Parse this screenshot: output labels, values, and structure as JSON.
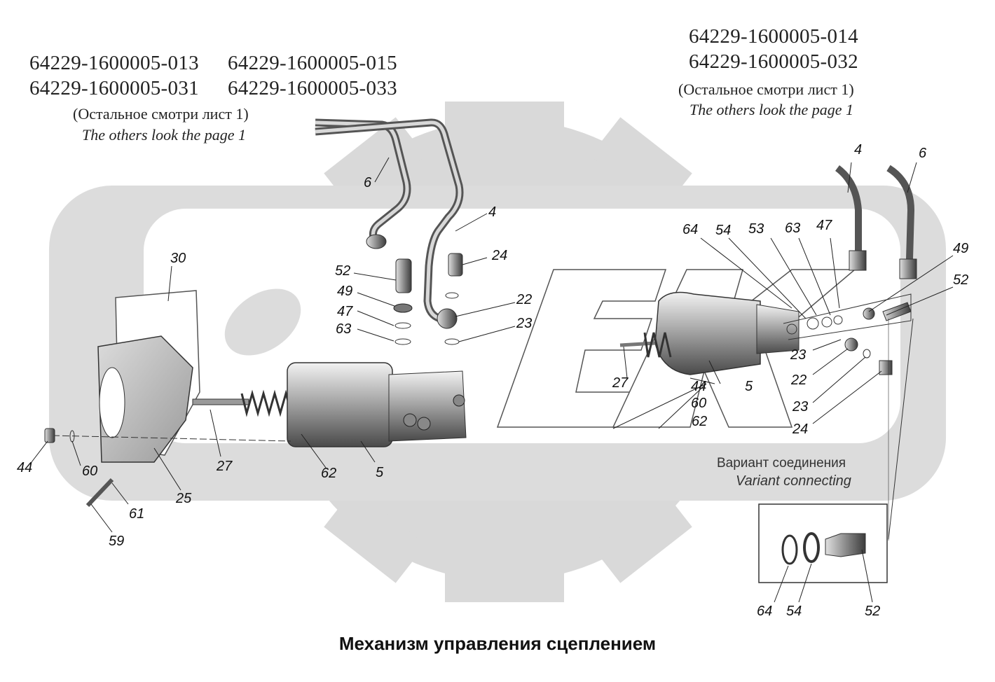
{
  "left_header": {
    "part_numbers": [
      "64229-1600005-013",
      "64229-1600005-015",
      "64229-1600005-031",
      "64229-1600005-033"
    ],
    "note_ru": "(Остальное смотри лист 1)",
    "note_en": "The others look the page 1"
  },
  "right_header": {
    "part_numbers": [
      "64229-1600005-014",
      "64229-1600005-032"
    ],
    "note_ru": "(Остальное смотри лист 1)",
    "note_en": "The others look the page 1"
  },
  "watermark": {
    "letters": [
      "O",
      "E",
      "K"
    ],
    "color": "#d6d6d6"
  },
  "left_callouts": [
    "6",
    "4",
    "30",
    "52",
    "24",
    "49",
    "22",
    "47",
    "23",
    "63",
    "27",
    "44",
    "60",
    "25",
    "62",
    "5",
    "61",
    "59"
  ],
  "right_callouts": [
    "4",
    "6",
    "64",
    "54",
    "53",
    "63",
    "47",
    "49",
    "52",
    "23",
    "22",
    "23",
    "24",
    "27",
    "44",
    "60",
    "62",
    "5"
  ],
  "variant": {
    "label_ru": "Вариант соединения",
    "label_en": "Variant connecting",
    "callouts": [
      "64",
      "54",
      "52"
    ]
  },
  "title": "Механизм управления сцеплением"
}
